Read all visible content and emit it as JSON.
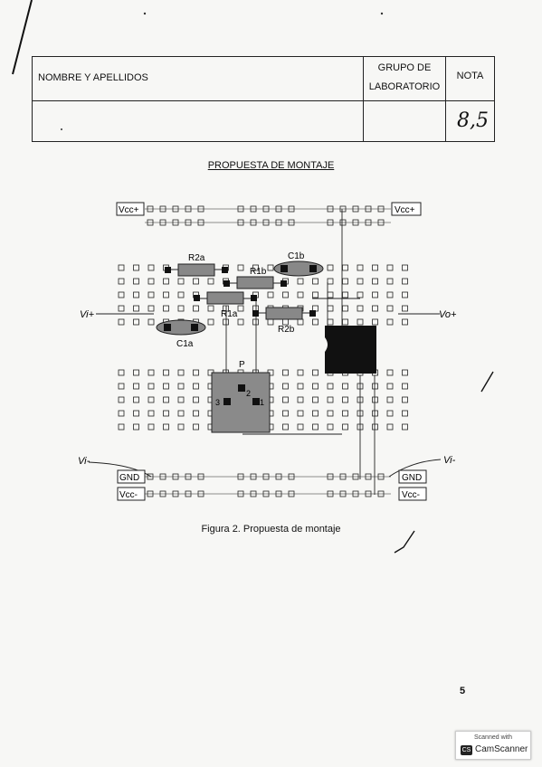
{
  "header_table": {
    "name_label": "NOMBRE Y APELLIDOS",
    "group_label_line1": "GRUPO DE",
    "group_label_line2": "LABORATORIO",
    "grade_label": "NOTA",
    "grade_value": "8,5"
  },
  "section_title": "PROPUESTA DE MONTAJE",
  "diagram": {
    "rail_labels": {
      "vcc_plus_left": "Vcc+",
      "vcc_plus_right": "Vcc+",
      "gnd_left": "GND",
      "gnd_right": "GND",
      "vcc_minus_left": "Vcc-",
      "vcc_minus_right": "Vcc-"
    },
    "components": {
      "r2a": "R2a",
      "r1b": "R1b",
      "c1b": "C1b",
      "r1a": "R1a",
      "r2b": "R2b",
      "c1a": "C1a",
      "pot": "P",
      "pot_pin1": "1",
      "pot_pin2": "2",
      "pot_pin3": "3"
    },
    "signals": {
      "vi_plus": "Vi+",
      "vo_plus": "Vo+",
      "vi_minus_left": "Vi-",
      "vi_minus_right": "Vi-"
    }
  },
  "figure_caption": "Figura 2. Propuesta de montaje",
  "page_number": "5",
  "scanner_badge": {
    "line1": "Scanned with",
    "brand": "CamScanner",
    "logo_text": "CS"
  }
}
